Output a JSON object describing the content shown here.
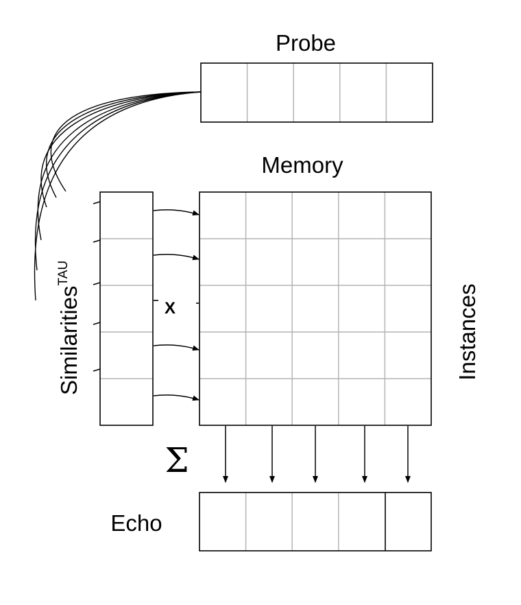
{
  "labels": {
    "probe": "Probe",
    "memory": "Memory",
    "similarities": "Similarities",
    "similarities_superscript": "TAU",
    "instances": "Instances",
    "echo": "Echo",
    "multiply_symbol": "X",
    "sum_symbol": "Σ"
  },
  "structure": {
    "probe_cells": 5,
    "memory_rows": 5,
    "memory_columns": 5,
    "similarity_cells": 5,
    "echo_cells": 5,
    "row_arrows": 4,
    "column_arrows": 5,
    "probe_curves": 6
  },
  "colors": {
    "outline": "#000000",
    "grid": "#b4b4b4",
    "background": "#ffffff"
  }
}
